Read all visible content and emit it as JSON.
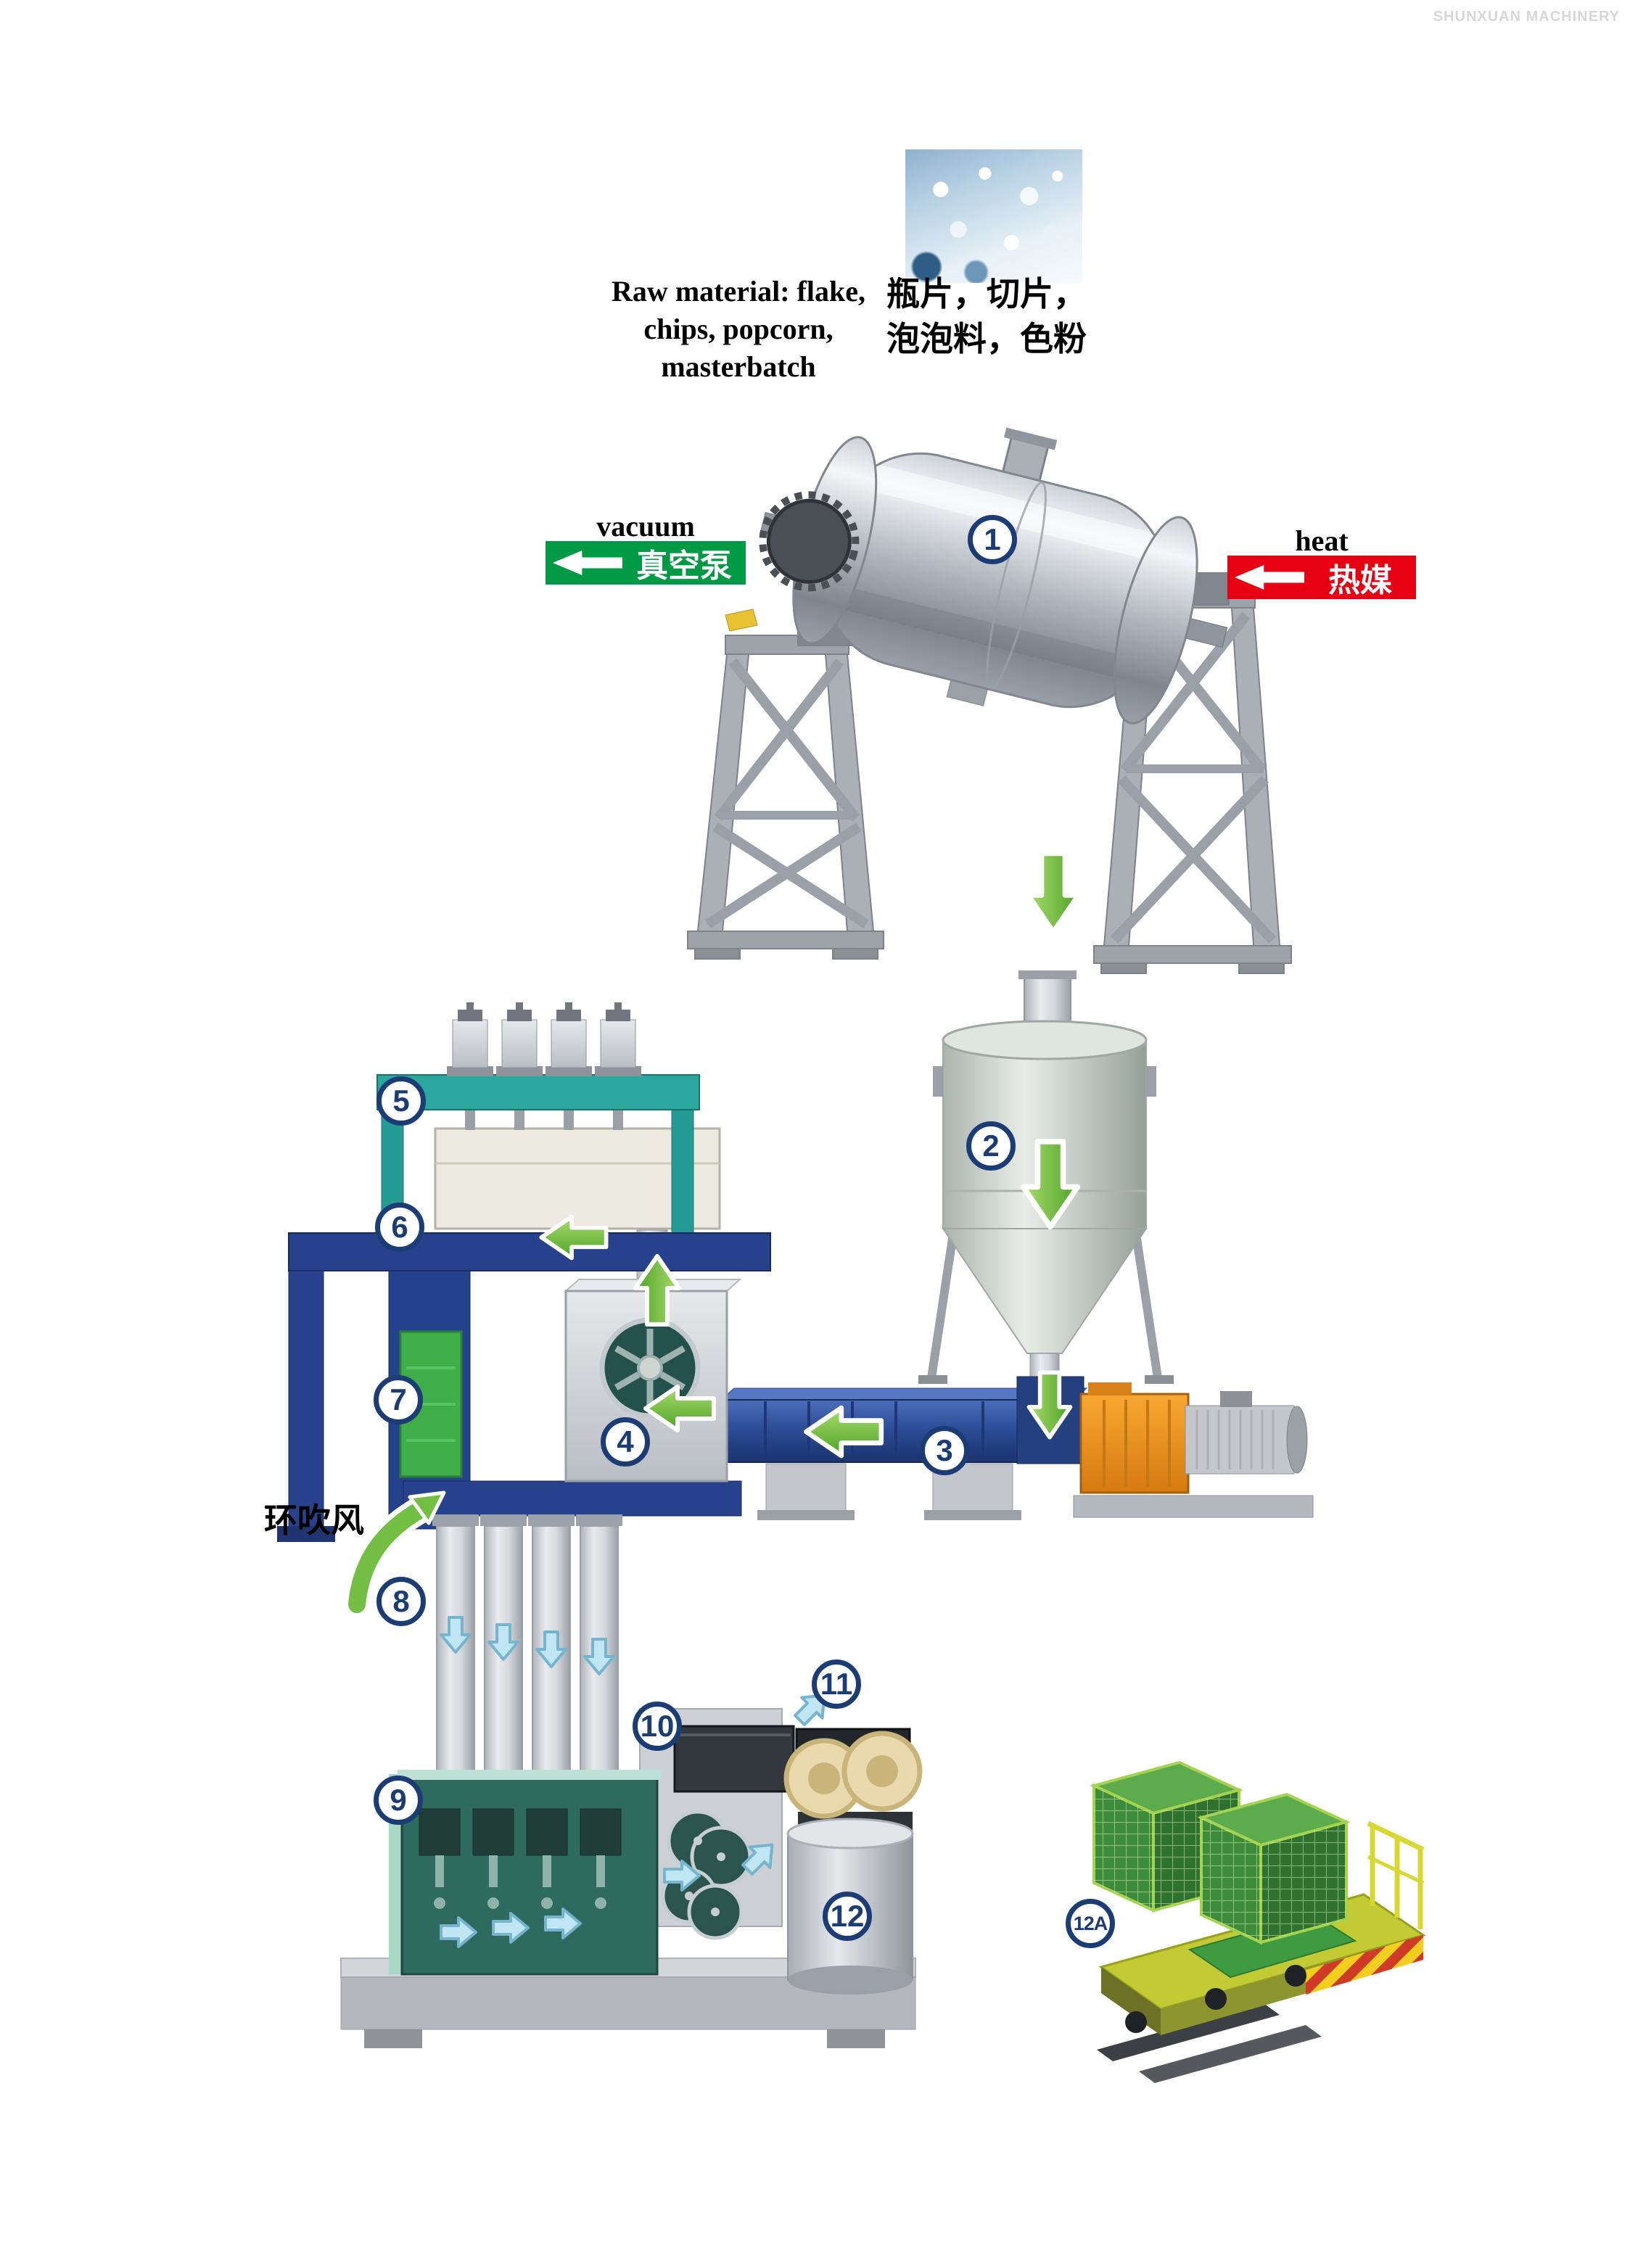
{
  "watermark": "SHUNXUAN MACHINERY",
  "raw_material": {
    "en_line1": "Raw material: flake,",
    "en_line2": "chips, popcorn, masterbatch",
    "zh_line1": "瓶片，切片，",
    "zh_line2": "泡泡料，色粉"
  },
  "flow_labels": {
    "vacuum_en": "vacuum",
    "vacuum_zh": "真空泵",
    "heat_en": "heat",
    "heat_zh": "热媒",
    "ring_blowing_zh": "环吹风"
  },
  "badges": [
    {
      "label": "1"
    },
    {
      "label": "2"
    },
    {
      "label": "3"
    },
    {
      "label": "4"
    },
    {
      "label": "5"
    },
    {
      "label": "6"
    },
    {
      "label": "7"
    },
    {
      "label": "8"
    },
    {
      "label": "9"
    },
    {
      "label": "10"
    },
    {
      "label": "11"
    },
    {
      "label": "12"
    },
    {
      "label": "12A"
    }
  ],
  "colors": {
    "badge_ring": "#1b3c74",
    "arrow_green": "#72bf44",
    "arrow_cyan": "#bfe6f2",
    "vacuum_green": "#009a44",
    "heat_red": "#e60012",
    "frame_blue": "#27418c",
    "gantry_teal": "#2aa8a0",
    "machine_teal": "#2e6a5e",
    "extruder_blue": "#2b4f9e",
    "motor_orange": "#ef8b13",
    "watermark_gray": "#d7d7d7"
  }
}
